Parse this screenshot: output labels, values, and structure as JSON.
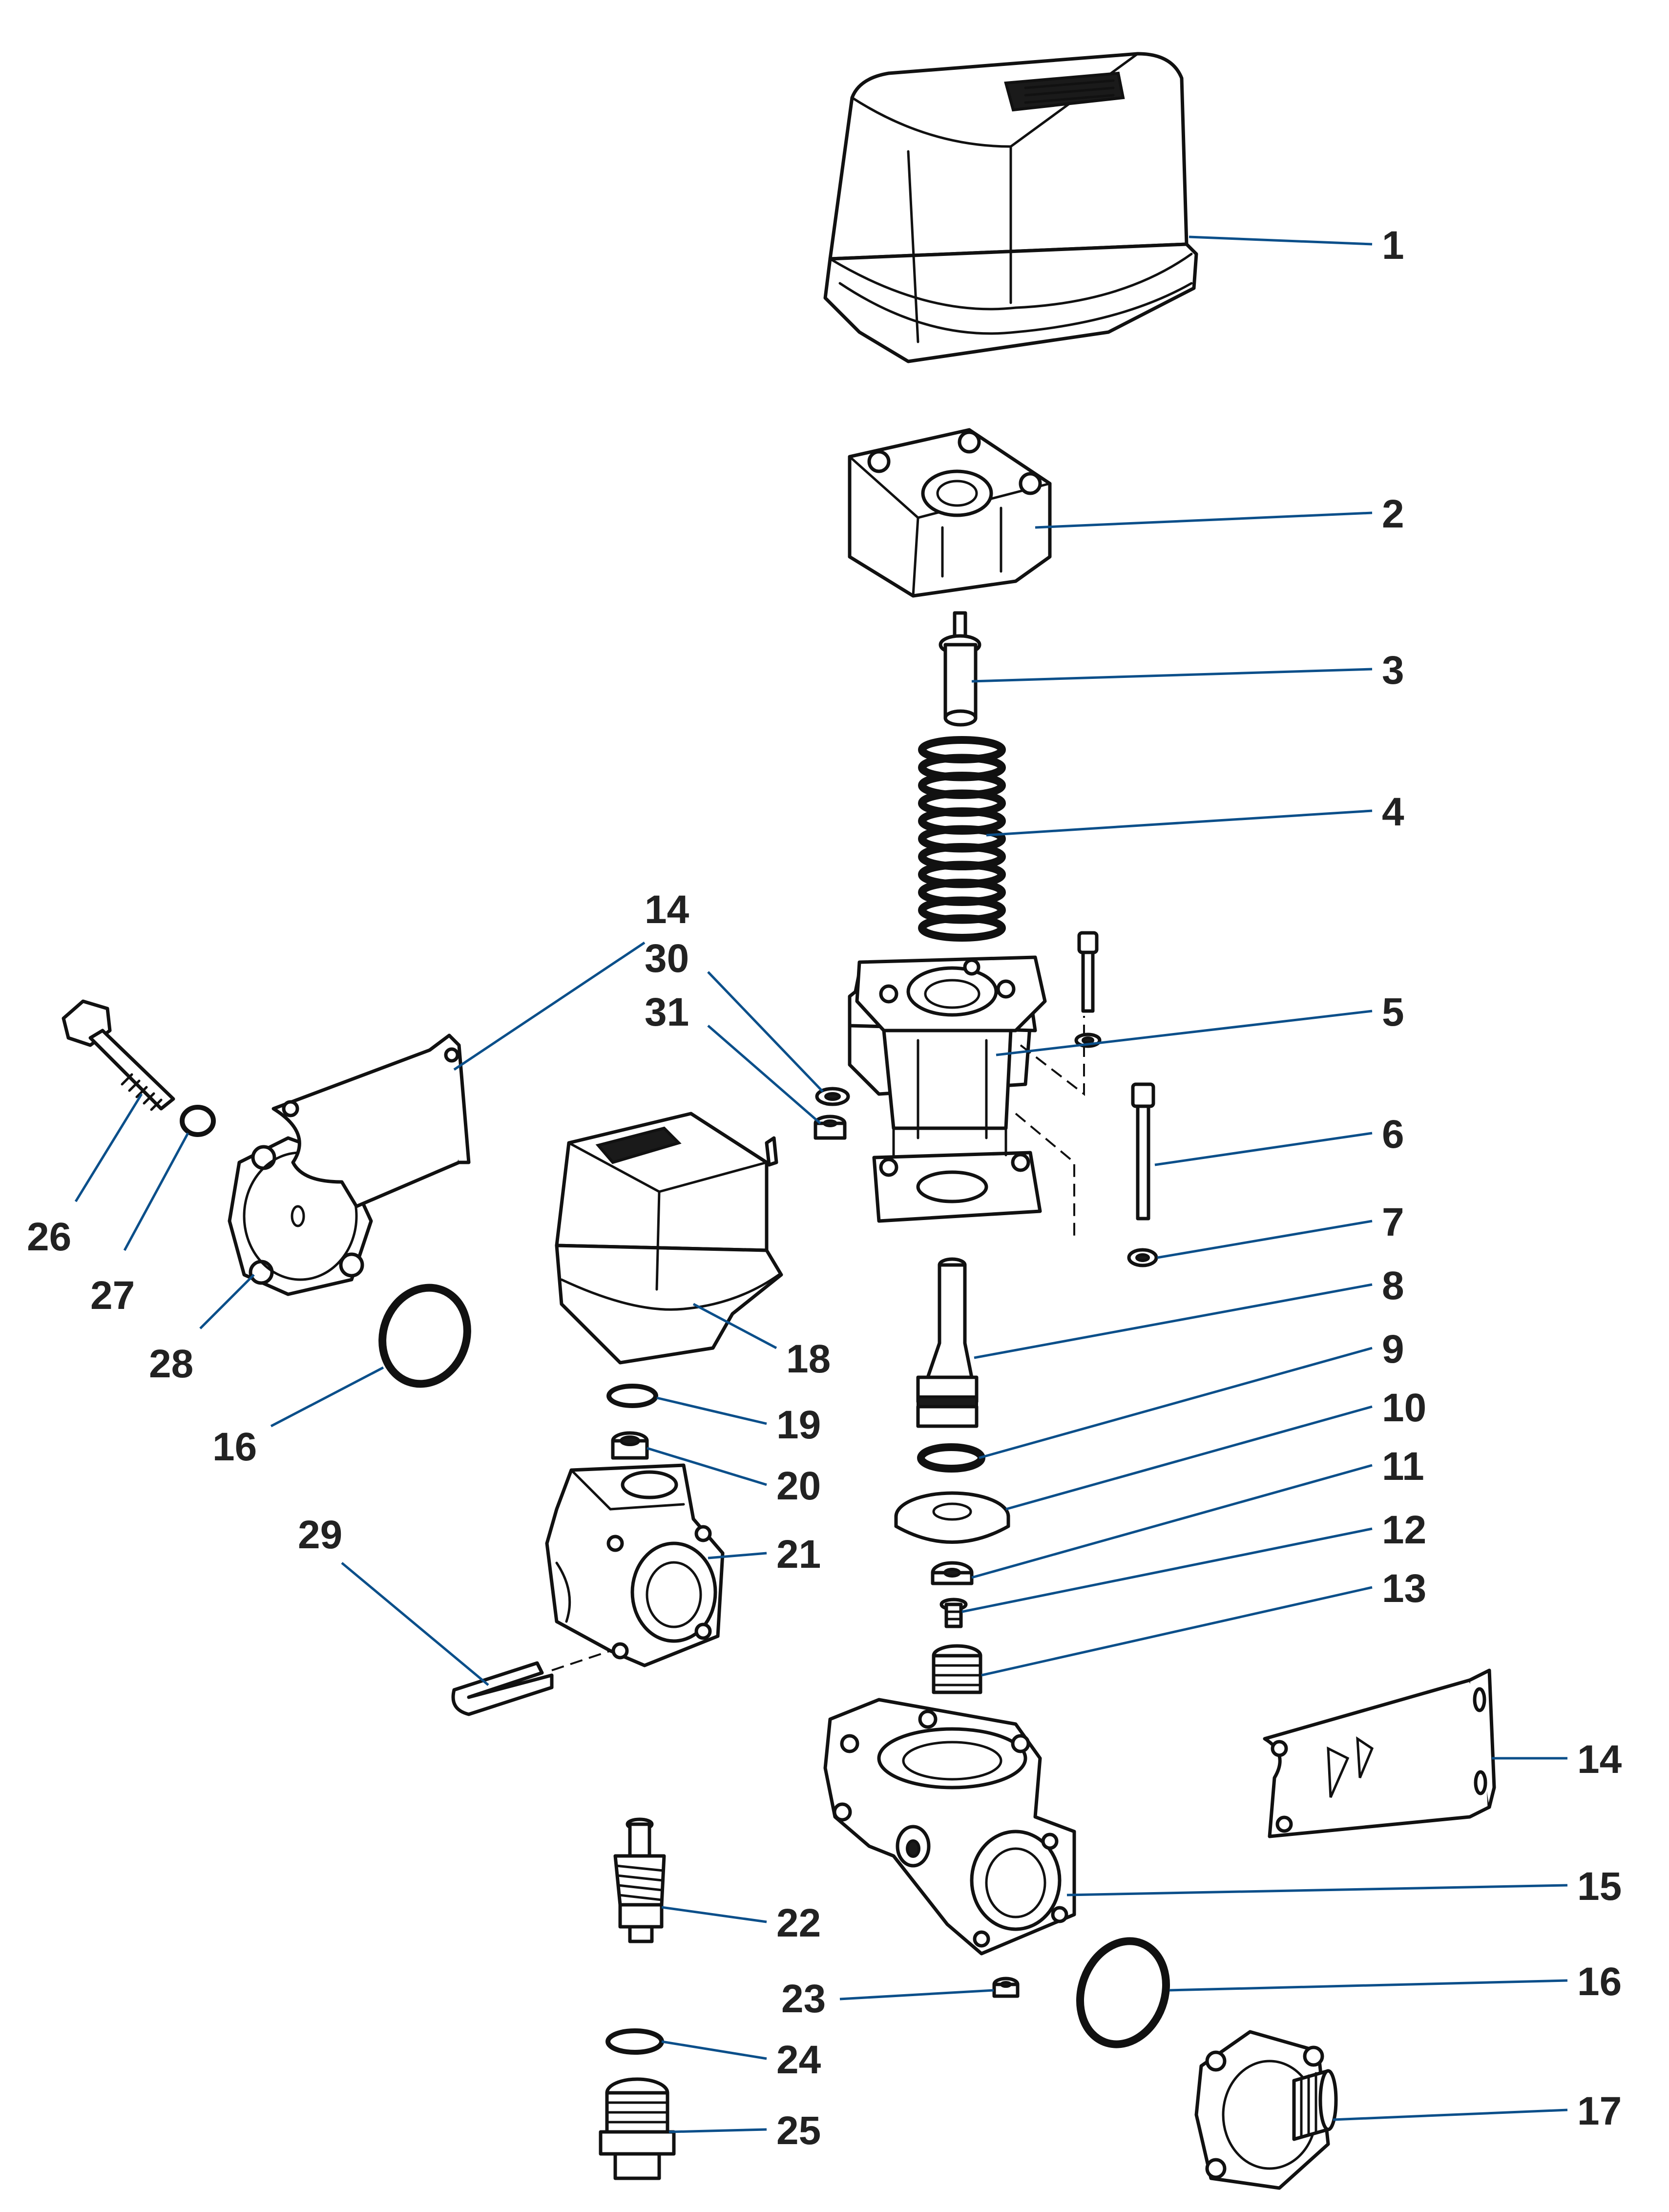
{
  "callouts": [
    {
      "id": "1",
      "label": "1"
    },
    {
      "id": "2",
      "label": "2"
    },
    {
      "id": "3",
      "label": "3"
    },
    {
      "id": "4",
      "label": "4"
    },
    {
      "id": "5",
      "label": "5"
    },
    {
      "id": "6",
      "label": "6"
    },
    {
      "id": "7",
      "label": "7"
    },
    {
      "id": "8",
      "label": "8"
    },
    {
      "id": "9",
      "label": "9"
    },
    {
      "id": "10",
      "label": "10"
    },
    {
      "id": "11",
      "label": "11"
    },
    {
      "id": "12",
      "label": "12"
    },
    {
      "id": "13",
      "label": "13"
    },
    {
      "id": "14a",
      "label": "14"
    },
    {
      "id": "14b",
      "label": "14"
    },
    {
      "id": "15",
      "label": "15"
    },
    {
      "id": "16a",
      "label": "16"
    },
    {
      "id": "16b",
      "label": "16"
    },
    {
      "id": "17",
      "label": "17"
    },
    {
      "id": "18",
      "label": "18"
    },
    {
      "id": "19",
      "label": "19"
    },
    {
      "id": "20",
      "label": "20"
    },
    {
      "id": "21",
      "label": "21"
    },
    {
      "id": "22",
      "label": "22"
    },
    {
      "id": "23",
      "label": "23"
    },
    {
      "id": "24",
      "label": "24"
    },
    {
      "id": "25",
      "label": "25"
    },
    {
      "id": "26",
      "label": "26"
    },
    {
      "id": "27",
      "label": "27"
    },
    {
      "id": "28",
      "label": "28"
    },
    {
      "id": "29",
      "label": "29"
    },
    {
      "id": "30",
      "label": "30"
    },
    {
      "id": "31",
      "label": "31"
    }
  ],
  "colors": {
    "leader": "#0b4f8a",
    "outline": "#111111",
    "label": "#222222"
  }
}
